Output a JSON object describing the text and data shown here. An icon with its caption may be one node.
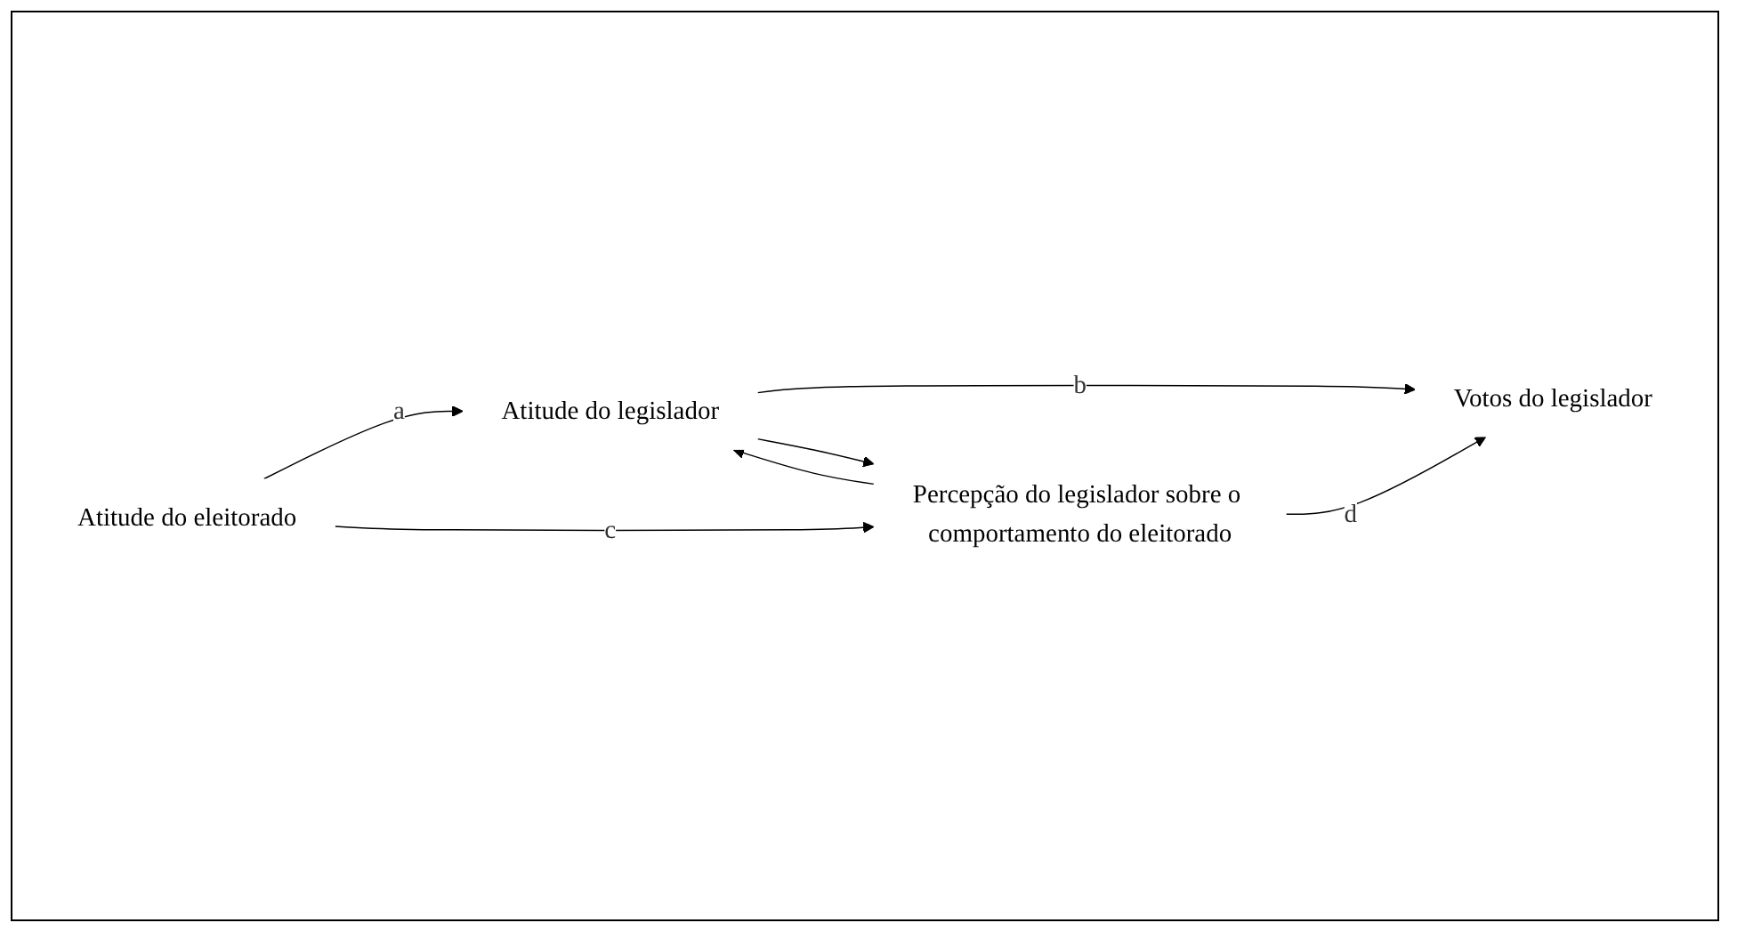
{
  "diagram": {
    "nodes": [
      {
        "text": [
          "Atitude do eleitorado"
        ]
      },
      {
        "text": [
          "Atitude do legislador"
        ]
      },
      {
        "text": [
          "Votos do legislador"
        ]
      },
      {
        "text": [
          "Percepção do legislador sobre o comportamento do eleitorado"
        ]
      }
    ],
    "edges": [
      {
        "from": 0,
        "to": 1,
        "arrow": "to",
        "label": "a"
      },
      {
        "from": 1,
        "to": 2,
        "arrow": "to",
        "label": "b"
      },
      {
        "from": 3,
        "to": 1,
        "arrow": "to"
      },
      {
        "from": 1,
        "to": 3,
        "arrow": "to"
      },
      {
        "from": 0,
        "to": 3,
        "arrow": "to",
        "label": "c"
      },
      {
        "from": 3,
        "to": 2,
        "arrow": "to",
        "label": "d"
      }
    ]
  }
}
